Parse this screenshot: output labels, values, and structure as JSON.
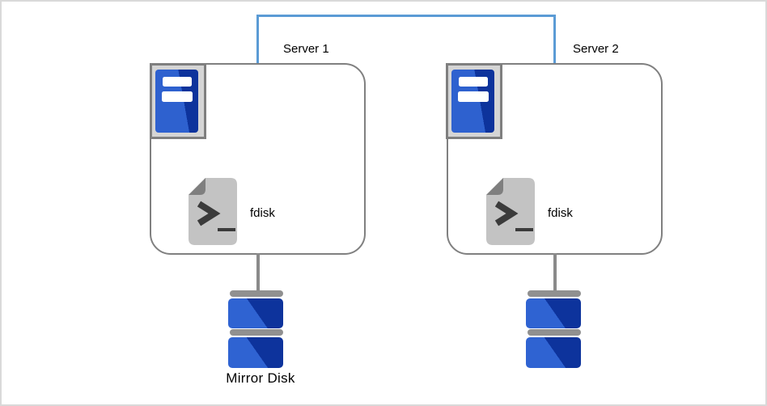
{
  "diagram": {
    "server1": {
      "label": "Server 1",
      "tool": "fdisk"
    },
    "server2": {
      "label": "Server 2",
      "tool": "fdisk"
    },
    "mirror_disk_label": "Mirror Disk",
    "icons": {
      "server_node": "server-tower-icon",
      "tool_file": "terminal-script-file-icon",
      "storage": "disk-stack-icon"
    },
    "colors": {
      "link_blue": "#5b9bd5",
      "box_border_gray": "#808080",
      "server_blue_light": "#2e61cf",
      "server_blue_dark": "#0d339c",
      "file_gray": "#c3c3c3",
      "file_fold_gray": "#7f7f7f",
      "terminal_glyph_dark": "#3b3b3b",
      "disk_hub_gray": "#909090",
      "disk_link_gray": "#8a8a8a"
    }
  }
}
